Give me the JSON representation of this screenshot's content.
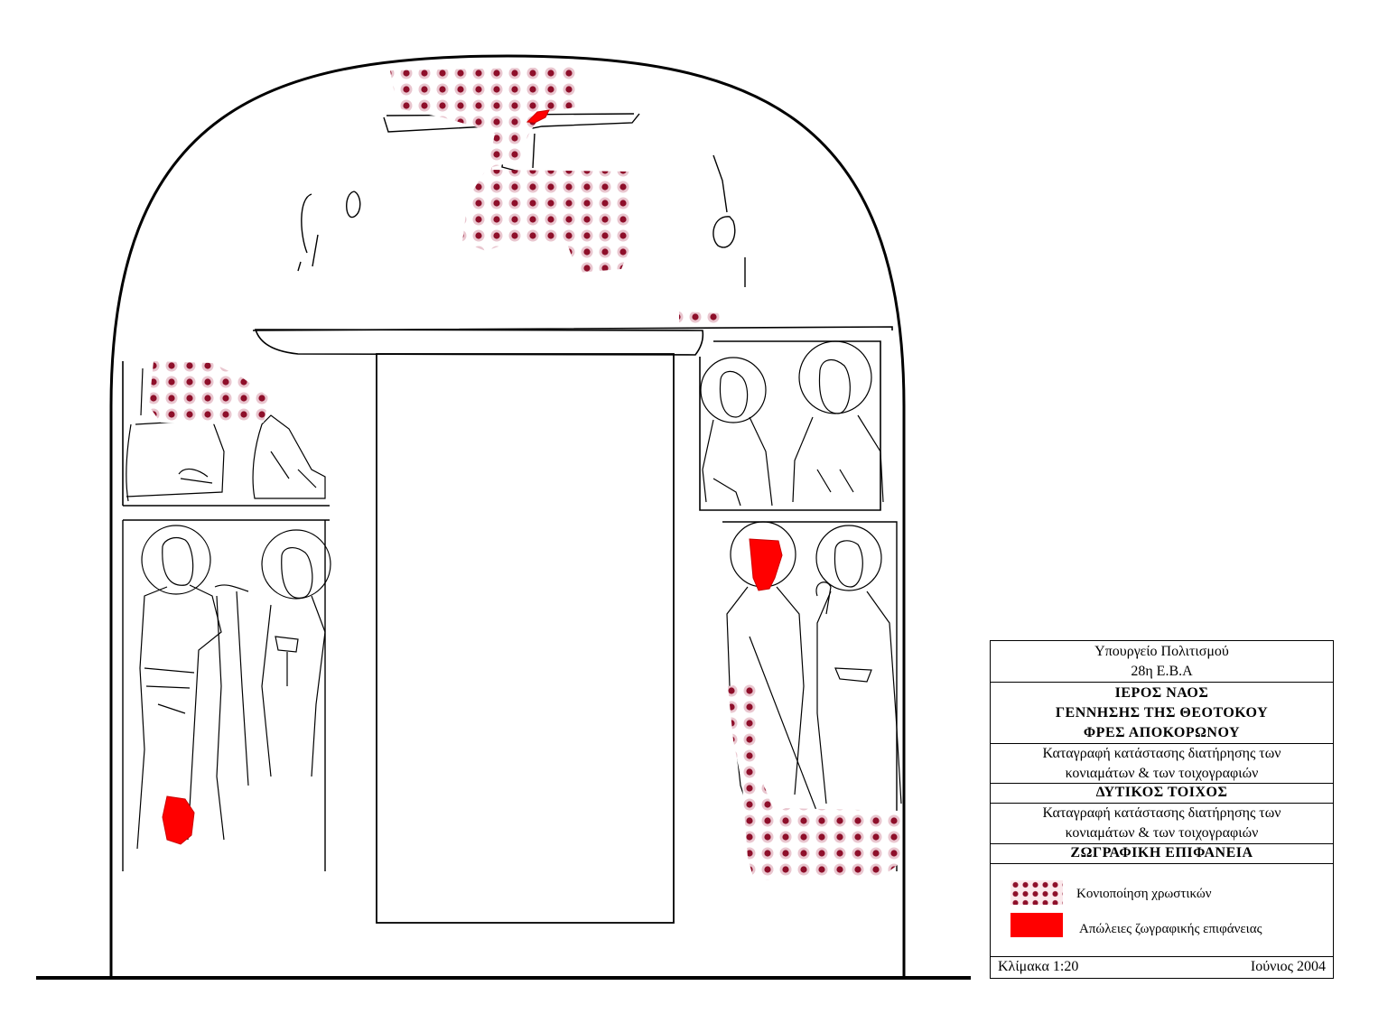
{
  "title_block": {
    "ministry": "Υπουργείο Πολιτισμού",
    "ephorate": "28η Ε.Β.Α",
    "church_line1": "ΙΕΡΟΣ ΝΑΟΣ",
    "church_line2": "ΓΕΝΝΗΣΗΣ ΤΗΣ ΘΕΟΤΟΚΟΥ",
    "church_line3": "ΦΡΕΣ ΑΠΟΚΟΡΩΝΟΥ",
    "survey_line1": "Καταγραφή κατάστασης διατήρησης των",
    "survey_line2": "κονιαμάτων & των τοιχογραφιών",
    "wall": "ΔΥΤΙΚΟΣ ΤΟΙΧΟΣ",
    "survey2_line1": "Καταγραφή κατάστασης διατήρησης των",
    "survey2_line2": "κονιαμάτων & των τοιχογραφιών",
    "surface": "ΖΩΓΡΑΦΙΚΗ ΕΠΙΦΑΝΕΙΑ",
    "scale": "Κλίμακα 1:20",
    "date": "Ιούνιος 2004"
  },
  "legend": [
    {
      "label": "Κονιοποίηση χρωστικών",
      "swatch": "dotted",
      "color": "#8e0f2a"
    },
    {
      "label": "Απώλειες ζωγραφικής επιφάνειας",
      "swatch": "solid",
      "color": "#ff0000"
    }
  ],
  "colors": {
    "outline": "#000000",
    "pigment_dust": "#8e0f2a",
    "paint_loss": "#ff0000"
  }
}
